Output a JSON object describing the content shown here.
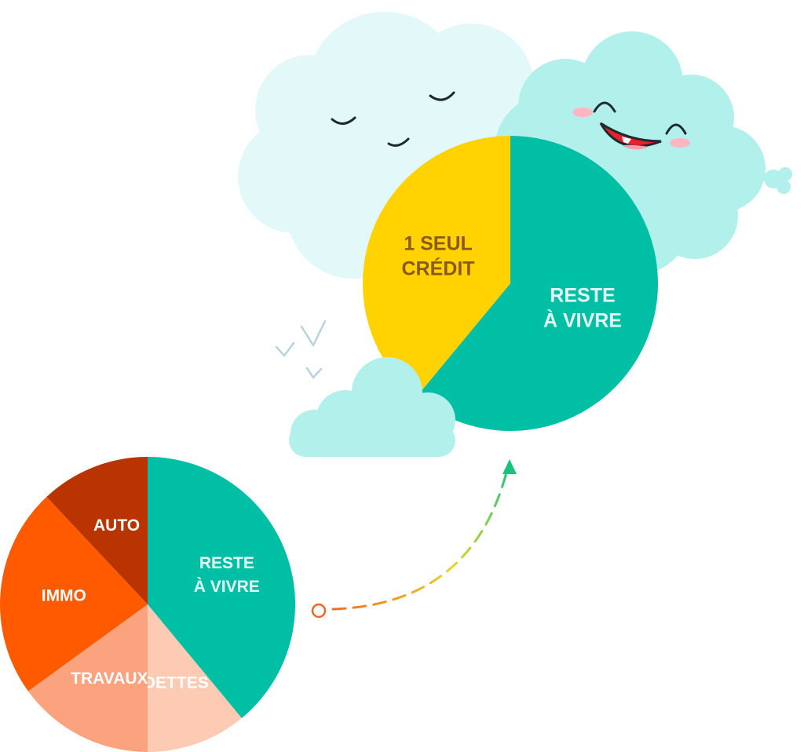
{
  "chart_data": [
    {
      "type": "pie",
      "slices": [
        {
          "label_lines": [
            "RESTE",
            "À VIVRE"
          ],
          "value": 39,
          "color": "#00BFA5",
          "text_color": "#E6FBF7"
        },
        {
          "label_lines": [
            "DETTES"
          ],
          "value": 11,
          "color": "#FDCBB3",
          "text_color": "#FFFFFF"
        },
        {
          "label_lines": [
            "TRAVAUX"
          ],
          "value": 15,
          "color": "#FBA27F",
          "text_color": "#FFFFFF"
        },
        {
          "label_lines": [
            "IMMO"
          ],
          "value": 23,
          "color": "#FF5A00",
          "text_color": "#FFFFFF"
        },
        {
          "label_lines": [
            "AUTO"
          ],
          "value": 12,
          "color": "#B93400",
          "text_color": "#FFFFFF"
        }
      ]
    },
    {
      "type": "pie",
      "slices": [
        {
          "label_lines": [
            "RESTE",
            "À VIVRE"
          ],
          "value": 61,
          "color": "#00BFA5",
          "text_color": "#E6FBF7"
        },
        {
          "label_lines": [
            "1 SEUL",
            "CRÉDIT"
          ],
          "value": 39,
          "color": "#FFD200",
          "text_color": "#8A5A14"
        }
      ]
    }
  ],
  "decor": {
    "cloud_back_color": "#E3F8F8",
    "cloud_front_color": "#B2F0EC",
    "face_stroke": "#1E2A2E",
    "mouth_color": "#E8222B",
    "cheek_color": "#FFB6C1",
    "arrow_start_color": "#F26522",
    "arrow_end_color": "#19C37D",
    "sparkle_color": "#B9D2DC"
  }
}
